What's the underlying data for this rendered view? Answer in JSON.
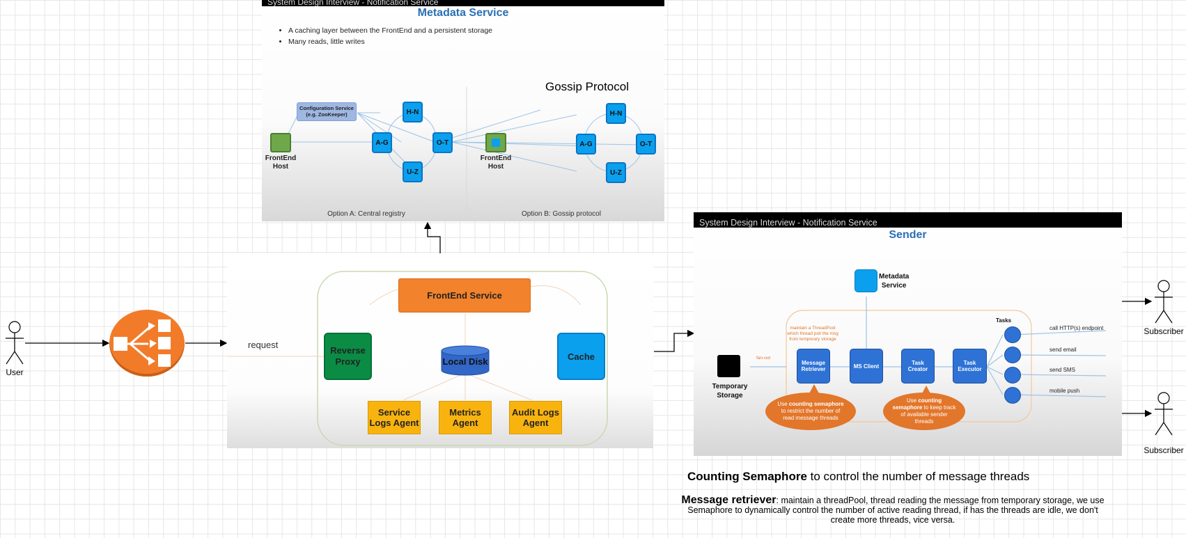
{
  "metadata_slide": {
    "topbar": "System Design Interview - Notification Service",
    "title": "Metadata Service",
    "bullets": [
      "A caching layer between the FrontEnd and a persistent storage",
      "Many reads, little writes"
    ],
    "gossip_heading": "Gossip Protocol",
    "config_service": [
      "Configuration Service",
      "(e.g. ZooKeeper)"
    ],
    "nodes": [
      "H-N",
      "A-G",
      "O-T",
      "U-Z"
    ],
    "frontend_host": [
      "FrontEnd",
      "Host"
    ],
    "option_a": "Option A: Central registry",
    "option_b": "Option B: Gossip protocol"
  },
  "user_label": "User",
  "request_label": "request",
  "frontend_slide": {
    "frontend_service": "FrontEnd Service",
    "reverse_proxy": [
      "Reverse",
      "Proxy"
    ],
    "local_disk": "Local Disk",
    "cache": "Cache",
    "agents": [
      [
        "Service",
        "Logs Agent"
      ],
      [
        "Metrics",
        "Agent"
      ],
      [
        "Audit Logs",
        "Agent"
      ]
    ]
  },
  "sender_slide": {
    "topbar": "System Design Interview - Notification Service",
    "title": "Sender",
    "metadata_service": [
      "Metadata",
      "Service"
    ],
    "tasks_label": "Tasks",
    "temporary_storage": [
      "Temporary",
      "Storage"
    ],
    "fan_out": "fan-out",
    "threadpool_note": "maintain a ThreadPool which thread poll the msg from temporary storage",
    "components": [
      [
        "Message",
        "Retriever"
      ],
      [
        "MS Client"
      ],
      [
        "Task",
        "Creator"
      ],
      [
        "Task",
        "Executor"
      ]
    ],
    "bubble_left": [
      "Use ",
      "counting semaphore",
      " to restrict the number of read message threads"
    ],
    "bubble_right": [
      "Use ",
      "counting semaphore",
      " to keep track of available sender threads"
    ],
    "task_labels": [
      "call HTTP(s) endpoint",
      "send email",
      "send SMS",
      "mobile push"
    ]
  },
  "subscriber_label": "Subscriber",
  "notes": {
    "heading_bold": "Counting Semaphore",
    "heading_rest": " to control the number of message threads",
    "retriever_bold": "Message retriever",
    "retriever_rest": ": maintain a threadPool, thread reading the message from temporary storage, we use Semaphore to dynamically control the number of active reading thread, if has the threads are idle, we don't create more threads, vice versa."
  },
  "colors": {
    "slide_title_blue": "#2a6fb3",
    "node_blue": "#0aa0ee",
    "frontend_orange": "#f2822b",
    "proxy_green": "#0a8c45",
    "agent_yellow": "#f9b30f",
    "lb_orange": "#f27b2a",
    "sender_blue": "#2e72d6",
    "bubble_orange": "#e2762a"
  },
  "icons": [
    "load-balancer-icon",
    "user-stick-figure-icon",
    "subscriber-stick-figure-icon",
    "database-cylinder-icon"
  ]
}
